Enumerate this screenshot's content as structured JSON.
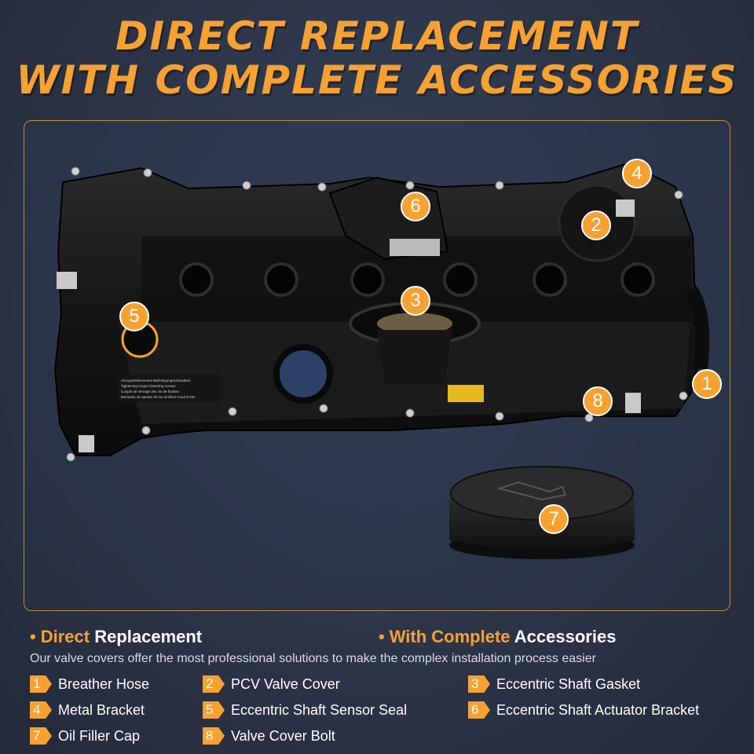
{
  "headline": {
    "line1": "DIRECT REPLACEMENT",
    "line2": "WITH COMPLETE ACCESSORIES"
  },
  "product": {
    "cover_label_text": "Anzugsdrehmoment Befestigungsschrauben Tightening torque fastening screws Couple de serrage des vis de fixation Momento de apriete de los tornillos 8,6±0,6 Nm",
    "callouts": [
      "1",
      "2",
      "3",
      "4",
      "5",
      "6",
      "7",
      "8"
    ]
  },
  "features": {
    "left": {
      "accent": "Direct",
      "rest": "Replacement"
    },
    "right": {
      "accent": "With Complete",
      "rest": "Accessories"
    },
    "description": "Our valve covers offer the most professional solutions to make the complex installation process easier"
  },
  "parts": [
    {
      "num": "1",
      "label": "Breather Hose"
    },
    {
      "num": "2",
      "label": "PCV Valve Cover"
    },
    {
      "num": "3",
      "label": "Eccentric Shaft Gasket"
    },
    {
      "num": "4",
      "label": "Metal Bracket"
    },
    {
      "num": "5",
      "label": "Eccentric Shaft Sensor Seal"
    },
    {
      "num": "6",
      "label": "Eccentric Shaft Actuator Bracket"
    },
    {
      "num": "7",
      "label": "Oil Filler Cap"
    },
    {
      "num": "8",
      "label": "Valve Cover Bolt"
    }
  ],
  "colors": {
    "accent": "#f7a131",
    "background": "#2c3548",
    "panel_border": "#c58a46",
    "cover_black": "#141414"
  }
}
